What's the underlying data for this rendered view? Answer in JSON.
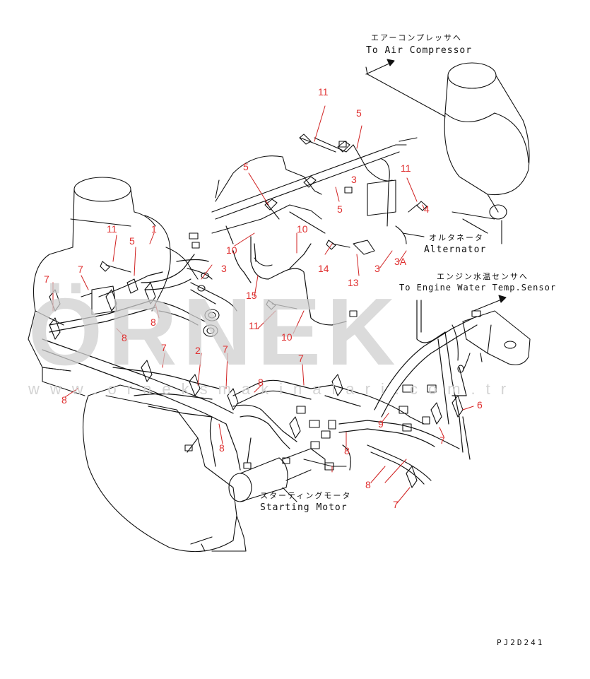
{
  "callouts": {
    "air_compressor_jp": "エアーコンプレッサへ",
    "air_compressor_en": "To Air Compressor",
    "alternator_jp": "オルタネータ",
    "alternator_en": "Alternator",
    "water_temp_jp": "エンジン水温センサへ",
    "water_temp_en": "To Engine Water Temp.Sensor",
    "starting_motor_jp": "スターティングモータ",
    "starting_motor_en": "Starting Motor"
  },
  "part_numbers": {
    "p11a": "11",
    "p5a": "5",
    "p5b": "5",
    "p11b": "11",
    "p3a": "3",
    "p5c": "5",
    "p4": "4",
    "p11c": "11",
    "p5d": "5",
    "p1": "1",
    "p10a": "10",
    "p10b": "10",
    "p3b": "3",
    "p7a": "7",
    "p7b": "7",
    "p14": "14",
    "p3c": "3",
    "p3A": "3A",
    "p15": "15",
    "p13": "13",
    "p8a": "8",
    "p11d": "11",
    "p8b": "8",
    "p10c": "10",
    "p7c": "7",
    "p2": "2",
    "p7d": "7",
    "p7e": "7",
    "p8c": "8",
    "p8d": "8",
    "p6": "6",
    "p9": "9",
    "p8e": "8",
    "p7f": "7",
    "p8f": "8",
    "p8g": "8",
    "p7g": "7"
  },
  "watermark": {
    "logo": "ÖRNEK",
    "url": "www.orneksmakinalari.com.tr"
  },
  "drawing_code": "PJ2D241"
}
